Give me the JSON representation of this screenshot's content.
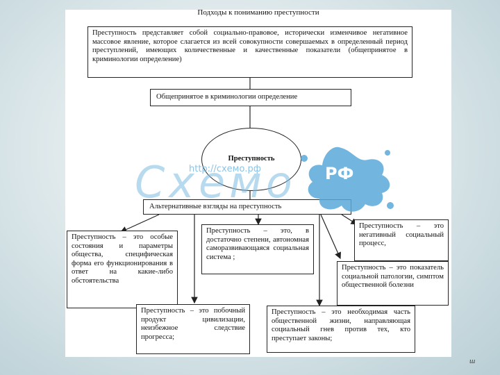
{
  "diagram": {
    "title": "Подходы к пониманию преступности",
    "definition_text": "Преступность представляет собой социально-правовое, исторически изменчивое негативное массовое явление, которое слагается из всей совокупности совершаемых в определенный период преступлений, имеющих количественные и качественные показатели (общепринятое в криминологии определение)",
    "common_label": "Общепринятое в криминологии определение",
    "center_label": "Преступность",
    "alternative_label": "Альтернативные взгляды на преступность",
    "views": [
      "Преступность – это особые состояния и параметры общества, специфическая форма его функционирования в ответ на какие-либо обстоятельства",
      "Преступность – это, в достаточно степени, автономная саморазвивающаяся социальная система ;",
      "Преступность – это негативный социальный процесс,",
      "Преступность – это показатель социальной патологии, симптом общественной болезни",
      "Преступность – это побочный продукт цивилизации, неизбежное следствие прогресса;",
      "Преступность – это необходимая часть общественной жизни, направляющая социальный гнев против тех, кто преступает законы;"
    ]
  },
  "watermark": {
    "url": "http://схемо.рф",
    "logo_text": "Схемо",
    "badge": "РФ"
  },
  "footer_mark": "ш"
}
